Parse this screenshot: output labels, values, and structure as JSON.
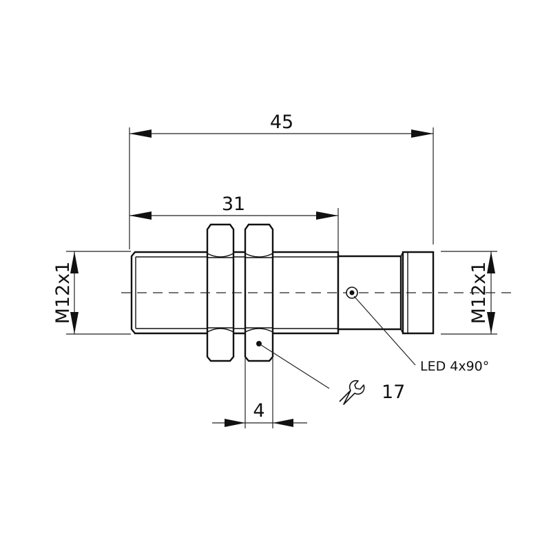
{
  "dimensions": {
    "overall_length": "45",
    "thread_length": "31",
    "nut_width": "4",
    "thread_left": "M12x1",
    "thread_right": "M12x1"
  },
  "notes": {
    "led": "LED 4x90°",
    "wrench_size": "17"
  },
  "icons": {
    "wrench": "wrench-icon"
  }
}
